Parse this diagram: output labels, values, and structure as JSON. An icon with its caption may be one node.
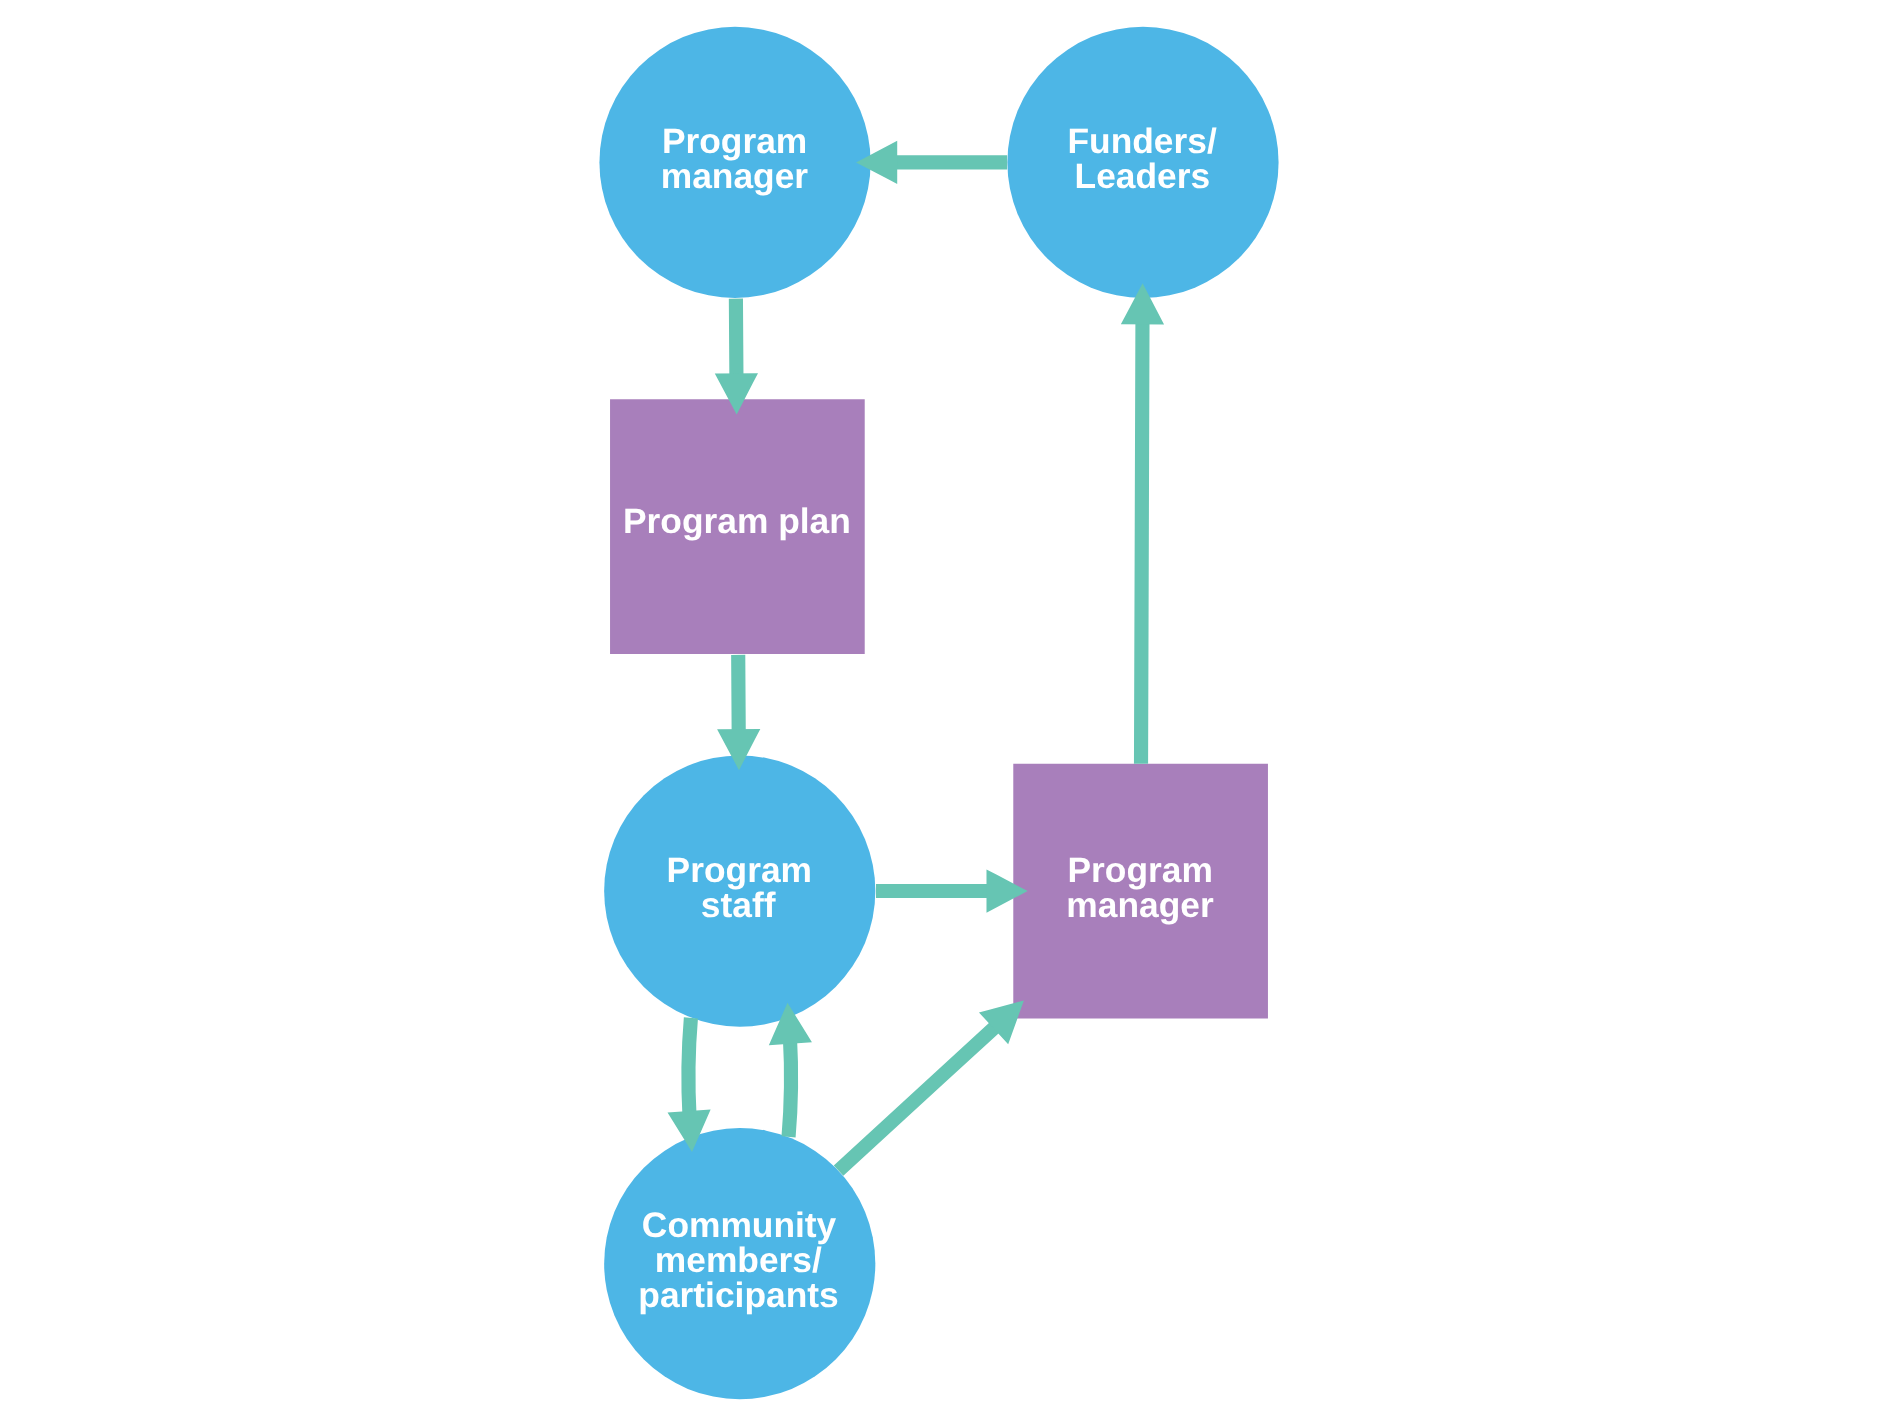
{
  "diagram": {
    "nodes": [
      {
        "text": [
          "Program manager"
        ]
      },
      {
        "text": [
          "Funders/ Leaders"
        ]
      },
      {
        "text": [
          "Program plan"
        ]
      },
      {
        "text": [
          "Program staff"
        ]
      },
      {
        "text": [
          "Program manager"
        ]
      },
      {
        "text": [
          "Community members/ participants"
        ]
      }
    ],
    "edges": [
      {
        "from": 1,
        "to": 0,
        "arrow": "to"
      },
      {
        "from": 0,
        "to": 2,
        "arrow": "to"
      },
      {
        "from": 2,
        "to": 3,
        "arrow": "to"
      },
      {
        "from": 3,
        "to": 4,
        "arrow": "to"
      },
      {
        "from": 4,
        "to": 1,
        "arrow": "to"
      },
      {
        "from": 3,
        "to": 5,
        "arrow": "to"
      },
      {
        "from": 5,
        "to": 3,
        "arrow": "to"
      },
      {
        "from": 5,
        "to": 4,
        "arrow": "to"
      }
    ]
  }
}
